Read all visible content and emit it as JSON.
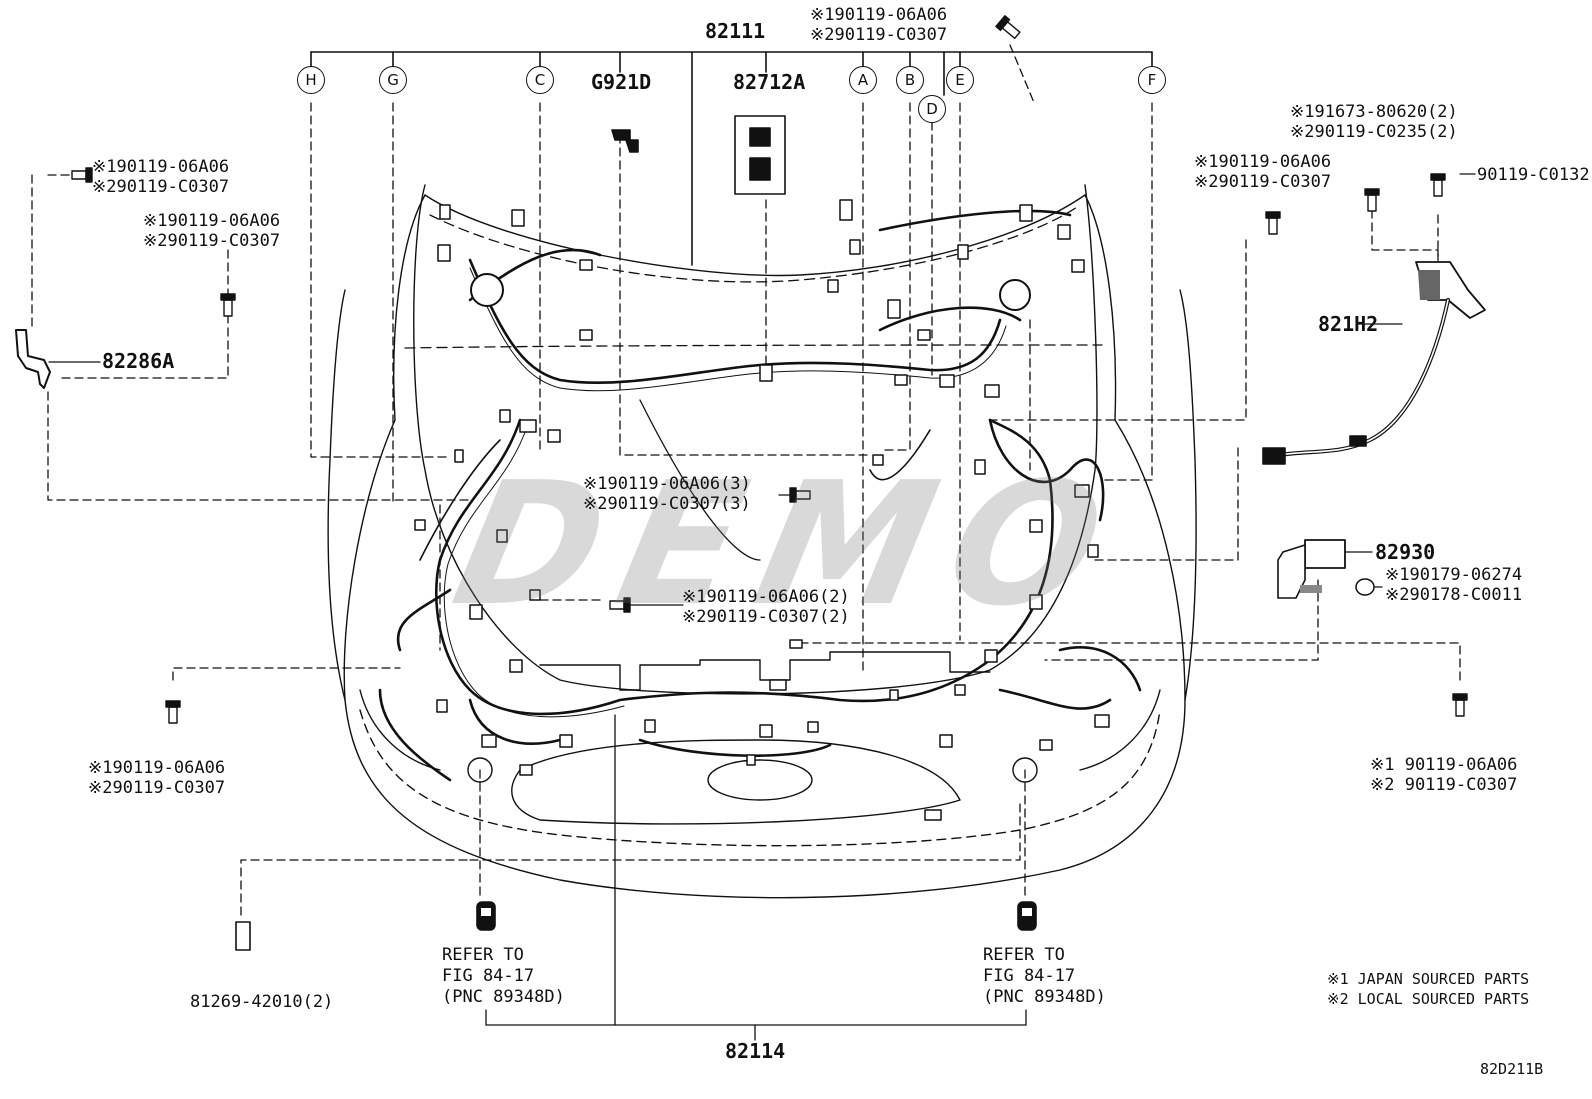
{
  "watermark": "DEMO",
  "figure_id": "82D211B",
  "parts": {
    "harness_top": "82111",
    "harness_bottom": "82114",
    "ground": "G921D",
    "block": "82712A",
    "left_bracket": "82286A",
    "right_harness": "821H2",
    "relay": "82930",
    "bottom_clip": "81269-42010(2)"
  },
  "connector_letters": [
    "H",
    "G",
    "C",
    "A",
    "B",
    "D",
    "E",
    "F"
  ],
  "bolt_callouts": {
    "top_center": [
      "※190119-06A06",
      "※290119-C0307"
    ],
    "left_top": [
      "※190119-06A06",
      "※290119-C0307"
    ],
    "left_mid": [
      "※190119-06A06",
      "※290119-C0307"
    ],
    "right_upper": [
      "※190119-06A06",
      "※290119-C0307"
    ],
    "right_top_pair": [
      "※191673-80620(2)",
      "※290119-C0235(2)"
    ],
    "right_single": "90119-C0132",
    "center_3": [
      "※190119-06A06(3)",
      "※290119-C0307(3)"
    ],
    "center_2": [
      "※190119-06A06(2)",
      "※290119-C0307(2)"
    ],
    "left_bottom": [
      "※190119-06A06",
      "※290119-C0307"
    ],
    "relay_bolts": [
      "※190179-06274",
      "※290178-C0011"
    ],
    "right_bottom": [
      "※1 90119-06A06",
      "※2 90119-C0307"
    ]
  },
  "refer_left": [
    "REFER TO",
    "FIG 84-17",
    "(PNC 89348D)"
  ],
  "refer_right": [
    "REFER TO",
    "FIG 84-17",
    "(PNC 89348D)"
  ],
  "legend": [
    "※1 JAPAN SOURCED PARTS",
    "※2 LOCAL SOURCED PARTS"
  ]
}
